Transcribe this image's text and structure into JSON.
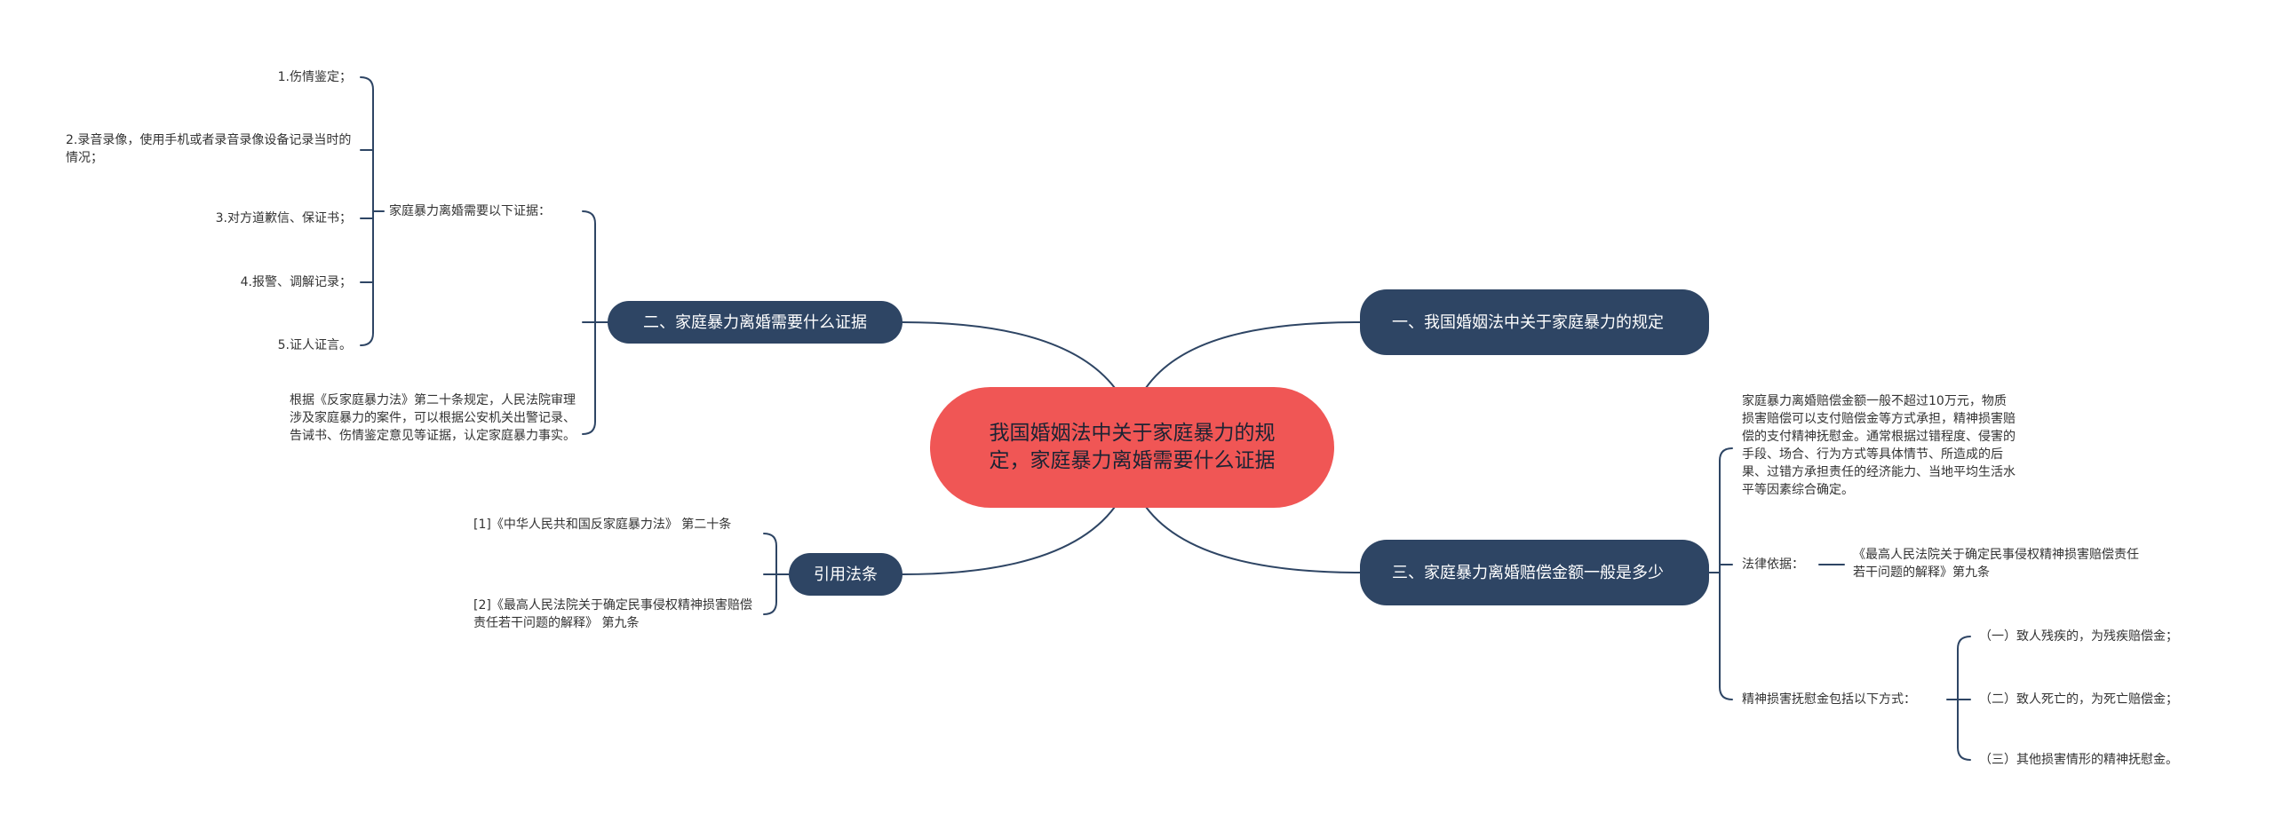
{
  "root": {
    "title": "我国婚姻法中关于家庭暴力的规定，家庭暴力离婚需要什么证据"
  },
  "branches": {
    "r1": {
      "label": "一、我国婚姻法中关于家庭暴力的规定"
    },
    "r2": {
      "label": "三、家庭暴力离婚赔偿金额一般是多少",
      "para": "家庭暴力离婚赔偿金额一般不超过10万元，物质损害赔偿可以支付赔偿金等方式承担，精神损害赔偿的支付精神抚慰金。通常根据过错程度、侵害的手段、场合、行为方式等具体情节、所造成的后果、过错方承担责任的经济能力、当地平均生活水平等因素综合确定。",
      "legal_label": "法律依据：",
      "legal_ref": "《最高人民法院关于确定民事侵权精神损害赔偿责任若干问题的解释》第九条",
      "comp_label": "精神损害抚慰金包括以下方式：",
      "comp_items": [
        "（一）致人残疾的，为残疾赔偿金；",
        "（二）致人死亡的，为死亡赔偿金；",
        "（三）其他损害情形的精神抚慰金。"
      ]
    },
    "l1": {
      "label": "二、家庭暴力离婚需要什么证据",
      "evidence_label": "家庭暴力离婚需要以下证据：",
      "evidence_items": [
        "1.伤情鉴定；",
        "2.录音录像，使用手机或者录音录像设备记录当时的情况；",
        "3.对方道歉信、保证书；",
        "4.报警、调解记录；",
        "5.证人证言。"
      ],
      "para": "根据《反家庭暴力法》第二十条规定，人民法院审理涉及家庭暴力的案件，可以根据公安机关出警记录、告诫书、伤情鉴定意见等证据，认定家庭暴力事实。"
    },
    "l2": {
      "label": "引用法条",
      "refs": [
        "[1]《中华人民共和国反家庭暴力法》 第二十条",
        "[2]《最高人民法院关于确定民事侵权精神损害赔偿责任若干问题的解释》 第九条"
      ]
    }
  },
  "colors": {
    "root_fill": "#f05655",
    "branch_fill": "#2e4564",
    "edge": "#2e4564"
  }
}
